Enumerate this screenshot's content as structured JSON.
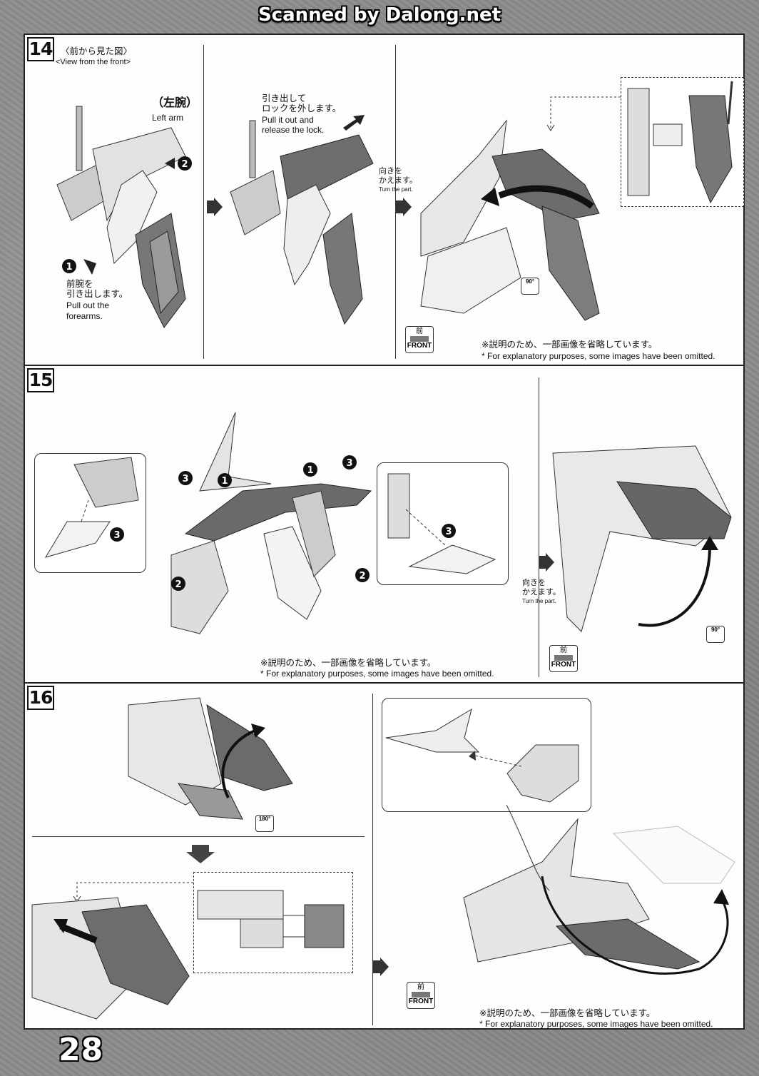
{
  "watermark": "Scanned by Dalong.net",
  "page_number": "28",
  "step14": {
    "number": "14",
    "view_jp": "〈前から見た図〉",
    "view_en": "<View from the front>",
    "left_arm_jp": "（左腕）",
    "left_arm_en": "Left arm",
    "pull_forearm_jp_1": "前腕を",
    "pull_forearm_jp_2": "引き出します。",
    "pull_forearm_en_1": "Pull out the",
    "pull_forearm_en_2": "forearms.",
    "release_jp_1": "引き出して",
    "release_jp_2": "ロックを外します。",
    "release_en_1": "Pull it out and",
    "release_en_2": "release the lock.",
    "turn_jp_1": "向きを",
    "turn_jp_2": "かえます。",
    "turn_en": "Turn the part.",
    "rotation": "90°",
    "front_jp": "前",
    "front_en": "FRONT",
    "note_jp": "※説明のため、一部画像を省略しています。",
    "note_en": "* For explanatory purposes, some images have been omitted."
  },
  "step15": {
    "number": "15",
    "turn_jp_1": "向きを",
    "turn_jp_2": "かえます。",
    "turn_en": "Turn the part.",
    "rotation": "90°",
    "front_jp": "前",
    "front_en": "FRONT",
    "note_jp": "※説明のため、一部画像を省略しています。",
    "note_en": "* For explanatory purposes, some images have been omitted."
  },
  "step16": {
    "number": "16",
    "rotation": "180°",
    "front_jp": "前",
    "front_en": "FRONT",
    "note_jp": "※説明のため、一部画像を省略しています。",
    "note_en": "* For explanatory purposes, some images have been omitted."
  },
  "callouts": {
    "one": "1",
    "two": "2",
    "three": "3"
  }
}
